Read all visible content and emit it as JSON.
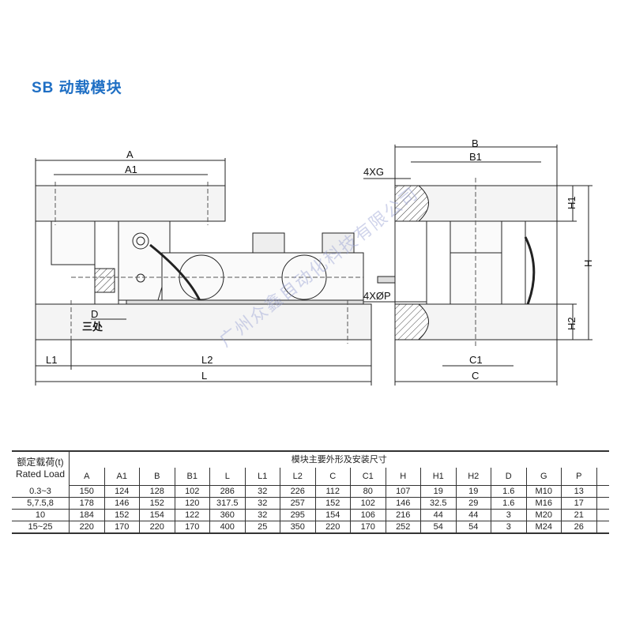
{
  "title": "SB  动载模块",
  "watermark": "广州众鑫自动化科技有限公司",
  "drawing_labels": {
    "A": "A",
    "A1": "A1",
    "B": "B",
    "B1": "B1",
    "D": "D",
    "three_places": "三处",
    "L1": "L1",
    "L2": "L2",
    "L": "L",
    "G": "4XG",
    "P": "4XØP",
    "H": "H",
    "H1": "H1",
    "H2": "H2",
    "C1": "C1",
    "C": "C"
  },
  "table": {
    "row_header_cn": "额定载荷(t)",
    "row_header_en": "Rated Load",
    "group_header": "模块主要外形及安装尺寸",
    "columns": [
      "A",
      "A1",
      "B",
      "B1",
      "L",
      "L1",
      "L2",
      "C",
      "C1",
      "H",
      "H1",
      "H2",
      "D",
      "G",
      "P"
    ],
    "rows": [
      {
        "load": "0.3~3",
        "values": [
          "150",
          "124",
          "128",
          "102",
          "286",
          "32",
          "226",
          "112",
          "80",
          "107",
          "19",
          "19",
          "1.6",
          "M10",
          "13"
        ]
      },
      {
        "load": "5,7.5,8",
        "values": [
          "178",
          "146",
          "152",
          "120",
          "317.5",
          "32",
          "257",
          "152",
          "102",
          "146",
          "32.5",
          "29",
          "1.6",
          "M16",
          "17"
        ]
      },
      {
        "load": "10",
        "values": [
          "184",
          "152",
          "154",
          "122",
          "360",
          "32",
          "295",
          "154",
          "106",
          "216",
          "44",
          "44",
          "3",
          "M20",
          "21"
        ]
      },
      {
        "load": "15~25",
        "values": [
          "220",
          "170",
          "220",
          "170",
          "400",
          "25",
          "350",
          "220",
          "170",
          "252",
          "54",
          "54",
          "3",
          "M24",
          "26"
        ]
      }
    ]
  }
}
